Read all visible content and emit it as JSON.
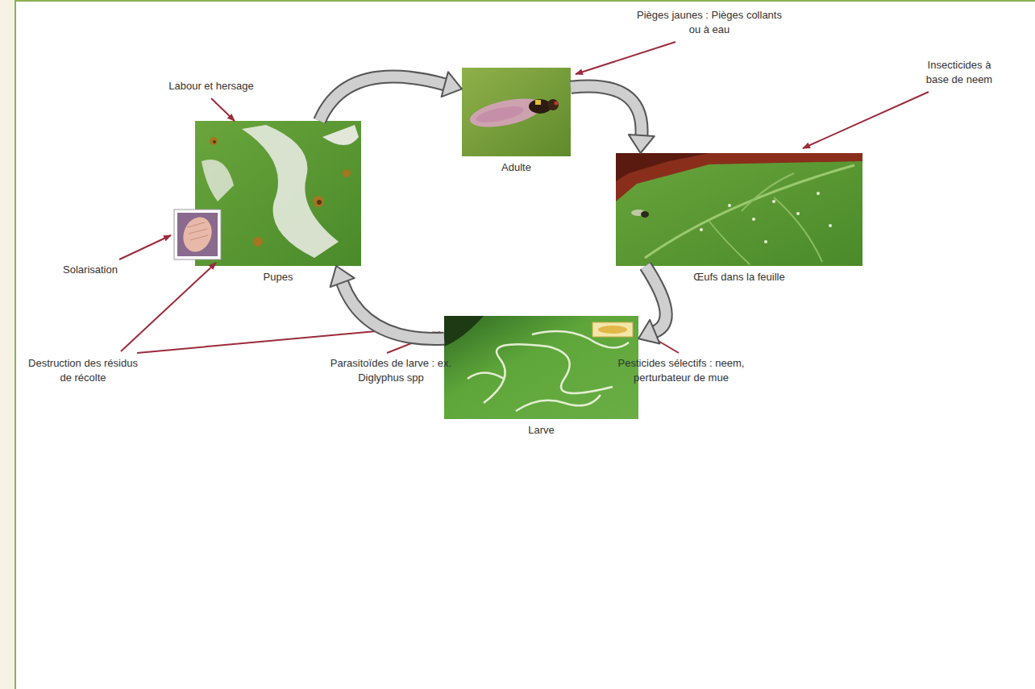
{
  "diagram": {
    "nodes": [
      {
        "text": [
          "Adulte"
        ]
      },
      {
        "text": [
          "Œufs dans la feuille"
        ]
      },
      {
        "text": [
          "Larve"
        ]
      },
      {
        "text": [
          "Pupes"
        ]
      }
    ],
    "edges": [
      {
        "from": 0,
        "to": 1,
        "arrow": "to"
      },
      {
        "from": 1,
        "to": 2,
        "arrow": "to"
      },
      {
        "from": 2,
        "to": 3,
        "arrow": "to"
      },
      {
        "from": 3,
        "to": 0,
        "arrow": "to"
      }
    ],
    "labels": [
      "Pièges jaunes : Pièges collants ou à eau",
      "Insecticides à base de neem",
      "Labour et hersage",
      "Solarisation",
      "Destruction des résidus de récolte",
      "Parasitoïdes de larve : ex. Diglyphus spp",
      "Pesticides sélectifs : neem, perturbateur de mue"
    ]
  }
}
